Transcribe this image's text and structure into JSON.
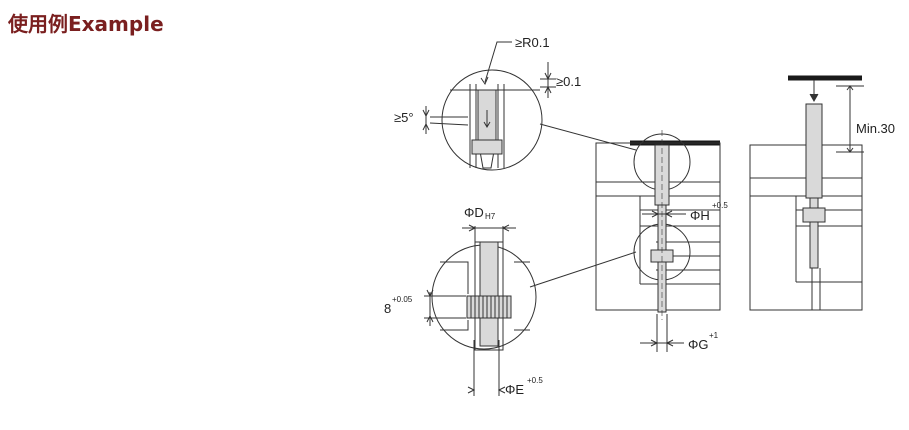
{
  "page": {
    "title": "使用例Example",
    "accent_color": "#7a1f1f"
  },
  "labels": {
    "radius": "≥R0.1",
    "depth": "≥0.1",
    "angle": "≥5°",
    "d_main": "ΦD",
    "d_sub": "H7",
    "eight_main": "8",
    "eight_sup": "+0.05",
    "e_main": "ΦE",
    "e_sup": "+0.5",
    "h_main": "ΦH",
    "h_sup": "+0.5",
    "g_main": "ΦG",
    "g_sup": "+1",
    "min": "Min.30"
  }
}
